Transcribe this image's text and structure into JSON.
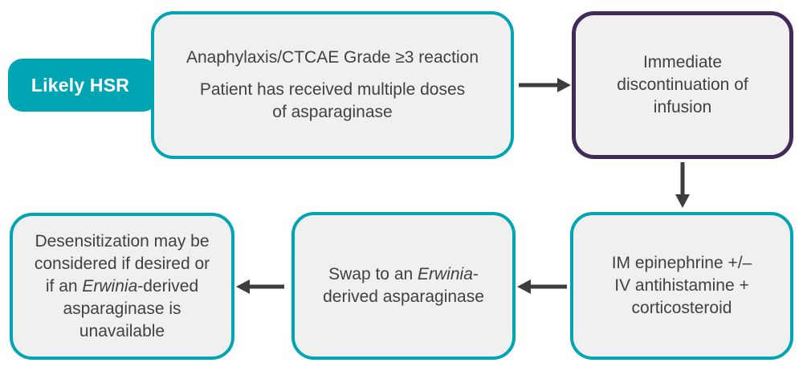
{
  "palette": {
    "teal": "#00a5b4",
    "purple": "#41295a",
    "fill": "#f0f0f0",
    "text": "#414141",
    "arrow": "#3d3d3d",
    "bg": "#ffffff",
    "tab-text": "#ffffff"
  },
  "tab": {
    "label": "Likely HSR"
  },
  "boxes": {
    "trigger": {
      "para1": "Anaphylaxis/CTCAE Grade ≥3 reaction",
      "para2_line1": "Patient has received multiple doses",
      "para2_line2": "of asparaginase"
    },
    "discontinue": {
      "line1": "Immediate",
      "line2": "discontinuation of",
      "line3": "infusion"
    },
    "epinephrine": {
      "line1": "IM epinephrine +/–",
      "line2": "IV antihistamine +",
      "line3": "corticosteroid"
    },
    "swap": {
      "line1_pre": "Swap to an ",
      "line1_italic": "Erwinia",
      "line1_post": "-",
      "line2": "derived asparaginase"
    },
    "desensitization": {
      "line1": "Desensitization may be",
      "line2": "considered if desired or",
      "line3_pre": "if an ",
      "line3_italic": "Erwinia",
      "line3_post": "-derived",
      "line4": "asparaginase is",
      "line5": "unavailable"
    }
  }
}
